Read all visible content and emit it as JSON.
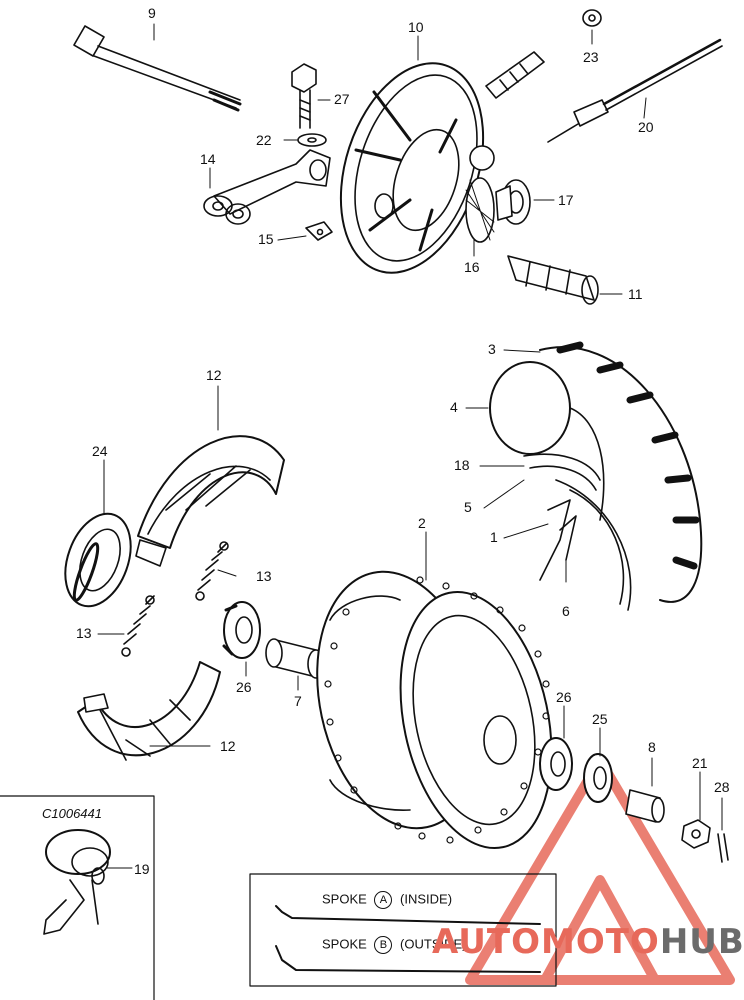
{
  "callouts": {
    "n9": "9",
    "n10": "10",
    "n23": "23",
    "n27": "27",
    "n22": "22",
    "n20": "20",
    "n14": "14",
    "n17": "17",
    "n15": "15",
    "n16": "16",
    "n11": "11",
    "n3": "3",
    "n12a": "12",
    "n4": "4",
    "n18": "18",
    "n24": "24",
    "n5": "5",
    "n2": "2",
    "n1": "1",
    "n13a": "13",
    "n6": "6",
    "n13b": "13",
    "n26a": "26",
    "n7": "7",
    "n12b": "12",
    "n26b": "26",
    "n25": "25",
    "n8": "8",
    "n21": "21",
    "n28": "28",
    "n19": "19"
  },
  "inset": {
    "code": "C1006441"
  },
  "legend": {
    "spoke_a_prefix": "SPOKE",
    "spoke_a_letter": "A",
    "spoke_a_suffix": "(INSIDE)",
    "spoke_b_prefix": "SPOKE",
    "spoke_b_letter": "B",
    "spoke_b_suffix": "(OUTSIDE)"
  },
  "watermark": {
    "part1": "AUTO",
    "part2": "MOTO",
    "part3": "HUB"
  },
  "colors": {
    "ink": "#111111",
    "watermark_red": "#e7695a",
    "watermark_gray": "#6b6b6b"
  }
}
